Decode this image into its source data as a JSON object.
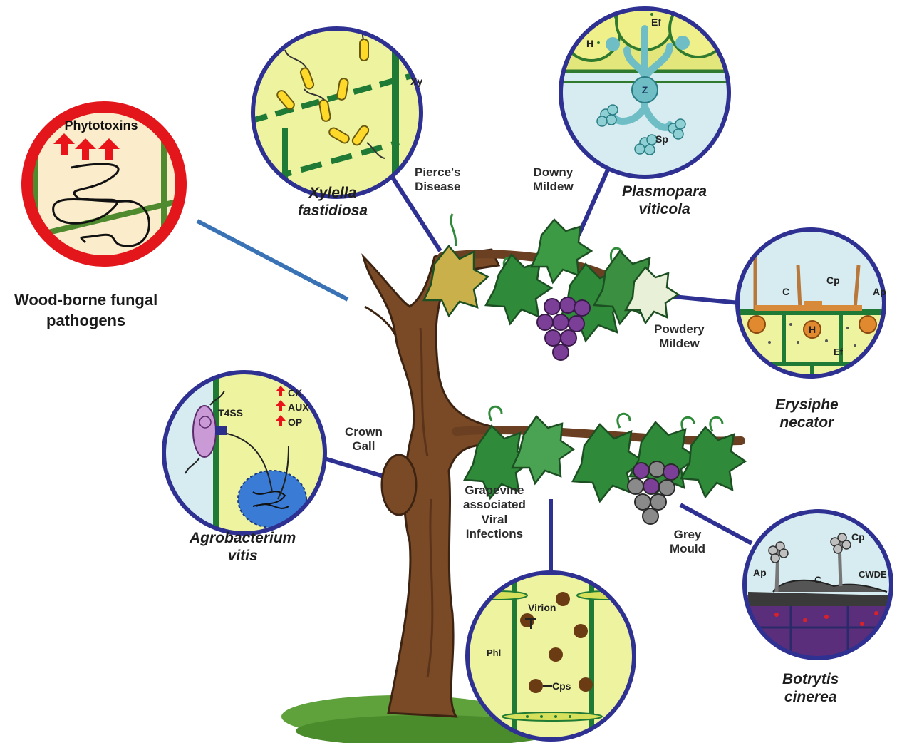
{
  "diseases": {
    "pierces": "Pierce's\nDisease",
    "downy": "Downy\nMildew",
    "powdery": "Powdery\nMildew",
    "crown": "Crown\nGall",
    "viral": "Grapevine\nassociated\nViral\nInfections",
    "grey": "Grey\nMould"
  },
  "pathogens": {
    "xylella": "Xylella\nfastidiosa",
    "plasmopara": "Plasmopara\nviticola",
    "erysiphe": "Erysiphe\nnecator",
    "agrobacterium": "Agrobacterium\nvitis",
    "botrytis": "Botrytis\ncinerea",
    "woodborne": "Wood-borne fungal\npathogens"
  },
  "insets": {
    "woodborne": {
      "toxins": "Phytotoxins"
    },
    "xylella": {
      "xy": "Xy"
    },
    "plasmopara": {
      "ef": "Ef",
      "h": "H",
      "z": "Z",
      "sp": "Sp"
    },
    "erysiphe": {
      "c": "C",
      "cp": "Cp",
      "ap": "Ap",
      "h": "H",
      "ef": "Ef"
    },
    "agrobacterium": {
      "t4ss": "T4SS",
      "ck": "CK",
      "aux": "AUX",
      "op": "OP"
    },
    "viral": {
      "virion": "Virion",
      "phl": "Phl",
      "cps": "Cps"
    },
    "botrytis": {
      "cp": "Cp",
      "ap": "Ap",
      "c": "C",
      "cwde": "CWDE"
    }
  },
  "colors": {
    "highlight_ring": "#e3161b",
    "circle_border": "#2e3192",
    "connector_woodborne": "#3a73b5",
    "trunk": "#7a4a26",
    "leaf": "#2f8a3a",
    "grape": "#7b3f98",
    "grey_grape": "#8a8a8a",
    "inset_fill": "#eef3a0"
  }
}
